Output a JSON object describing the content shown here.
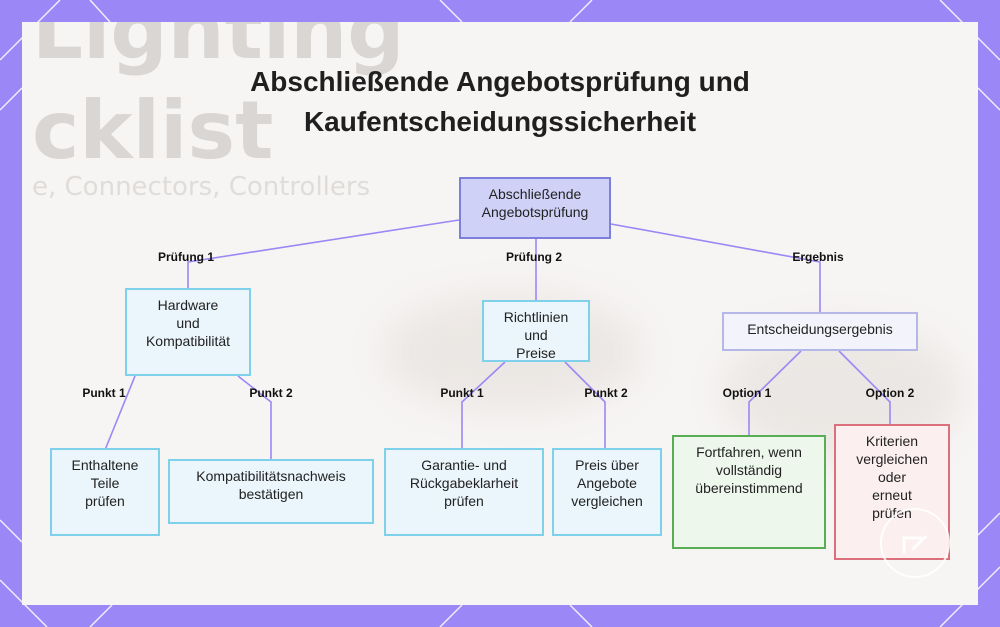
{
  "background_text": {
    "line1": "Lighting",
    "line2": "cklist",
    "line3": "e, Connectors, Controllers"
  },
  "title": {
    "line1": "Abschließende Angebotsprüfung und",
    "line2": "Kaufentscheidungssicherheit"
  },
  "nodes": {
    "root": [
      "Abschließende",
      "Angebotsprüfung"
    ],
    "hardware": [
      "Hardware",
      "und",
      "Kompatibilität"
    ],
    "richtlinien": [
      "Richtlinien",
      "und",
      "Preise"
    ],
    "entscheidung": [
      "Entscheidungsergebnis"
    ],
    "teile": [
      "Enthaltene",
      "Teile",
      "prüfen"
    ],
    "kompatibilitaet": [
      "Kompatibilitätsnachweis",
      "bestätigen"
    ],
    "garantie": [
      "Garantie- und",
      "Rückgabeklarheit",
      "prüfen"
    ],
    "preis": [
      "Preis über",
      "Angebote",
      "vergleichen"
    ],
    "fortfahren": [
      "Fortfahren, wenn",
      "vollständig",
      "übereinstimmend"
    ],
    "kriterien": [
      "Kriterien",
      "vergleichen",
      "oder",
      "erneut",
      "prüfen"
    ]
  },
  "edge_labels": {
    "pruefung1": "Prüfung 1",
    "pruefung2": "Prüfung 2",
    "ergebnis": "Ergebnis",
    "hw_punkt1": "Punkt 1",
    "hw_punkt2": "Punkt 2",
    "rl_punkt1": "Punkt 1",
    "rl_punkt2": "Punkt 2",
    "option1": "Option 1",
    "option2": "Option 2"
  },
  "colors": {
    "background": "#9b87f5",
    "edge": "#9b87f5",
    "root_fill": "#cfd1f7",
    "blue_border": "#7fd0ea",
    "green_border": "#59ad52",
    "red_border": "#d9707c"
  }
}
